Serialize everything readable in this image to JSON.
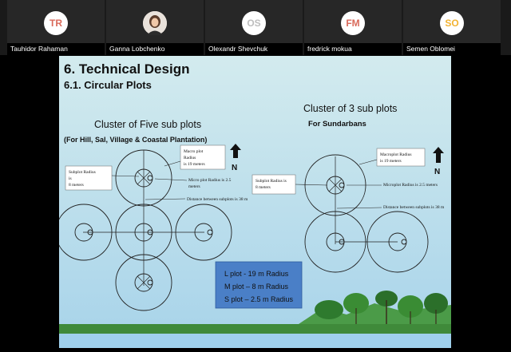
{
  "participants": [
    {
      "initials": "TR",
      "name": "Tauhidor Rahaman",
      "has_photo": false
    },
    {
      "initials": "",
      "name": "Ganna Lobchenko",
      "has_photo": true
    },
    {
      "initials": "OS",
      "name": "Olexandr Shevchuk",
      "has_photo": false
    },
    {
      "initials": "FM",
      "name": "fredrick mokua",
      "has_photo": false
    },
    {
      "initials": "SO",
      "name": "Semen Oblomei",
      "has_photo": false
    }
  ],
  "slide": {
    "title": "6. Technical Design",
    "subtitle": "6.1. Circular Plots",
    "left": {
      "heading": "Cluster of Five sub plots",
      "subheading": "(For Hill, Sal, Village & Coastal Plantation)",
      "subplot_label_1": "Subplot Radius",
      "subplot_label_2": "is",
      "subplot_label_3": "8 meters",
      "macro_label_1": "Macro plot",
      "macro_label_2": "Radius",
      "macro_label_3": "is 19 meters",
      "micro_label_1": "Micro plot Radius is 2.5",
      "micro_label_2": "meters",
      "distance_label": "Distance between subplots is 38 m",
      "north": "N"
    },
    "right": {
      "heading": "Cluster of 3 sub plots",
      "subheading": "For Sundarbans",
      "macro_label_1": "Macroplot Radius",
      "macro_label_2": "is 19 meters",
      "subplot_label_1": "Subplot Radius is",
      "subplot_label_2": "8 meters",
      "micro_label": "Microplot Radius is 2.5 meters",
      "distance_label": "Distance between subplots is 38 m",
      "north": "N"
    },
    "legend": [
      "L plot - 19 m Radius",
      "M plot – 8 m Radius",
      "S plot – 2.5 m Radius"
    ]
  },
  "colors": {
    "slide_top": "#d3ebee",
    "slide_bottom": "#9ccbe8",
    "legend_fill": "#4a7fc7",
    "avatar_text": "#d96a5b",
    "avatar_alt": "#f2b333"
  }
}
